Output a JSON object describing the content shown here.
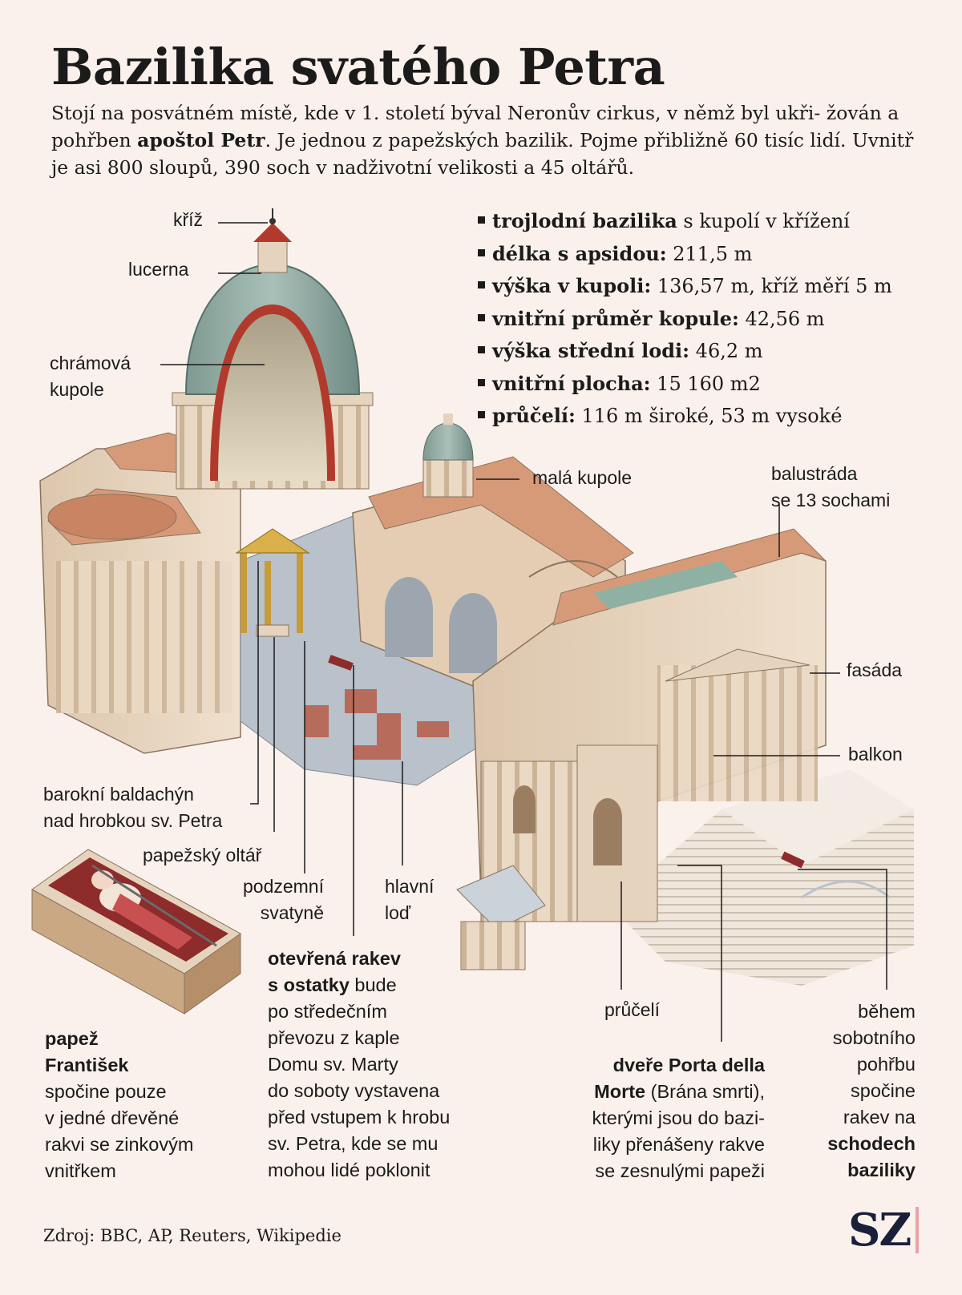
{
  "title": "Bazilika svatého Petra",
  "intro": {
    "part1": "Stojí na posvátném místě, kde v 1. století býval Neronův cirkus, v němž byl ukři- žován a pohřben ",
    "bold": "apoštol Petr",
    "part2": ". Je jednou z papežských bazilik. Pojme přibližně 60 tisíc lidí. Uvnitř je asi 800 sloupů, 390 soch v nadživotní velikosti a 45 oltářů."
  },
  "facts": [
    {
      "label": "trojlodní bazilika",
      "value": " s kupolí v křížení"
    },
    {
      "label": "délka s apsidou:",
      "value": " 211,5 m"
    },
    {
      "label": "výška v kupoli:",
      "value": " 136,57 m, kříž měří 5 m"
    },
    {
      "label": "vnitřní průměr kopule:",
      "value": " 42,56 m"
    },
    {
      "label": "výška střední lodi:",
      "value": " 46,2 m"
    },
    {
      "label": "vnitřní plocha:",
      "value": " 15 160 m2"
    },
    {
      "label": "průčelí:",
      "value": " 116 m široké, 53 m vysoké"
    }
  ],
  "labels": {
    "kriz": "kříž",
    "lucerna": "lucerna",
    "kupole_1": "chrámová",
    "kupole_2": "kupole",
    "mala_kupole": "malá kupole",
    "balustrada_1": "balustráda",
    "balustrada_2": "se 13 sochami",
    "fasada": "fasáda",
    "balkon": "balkon",
    "baldachyn_1": "barokní baldachýn",
    "baldachyn_2": "nad hrobkou sv. Petra",
    "oltar": "papežský oltář",
    "svatyne_1": "podzemní",
    "svatyne_2": "svatyně",
    "lod_1": "hlavní",
    "lod_2": "loď",
    "pruceli": "průčelí"
  },
  "francis": {
    "bold1": "papež",
    "bold2": "František",
    "lines": [
      "spočine pouze",
      "v jedné dřevěné",
      "rakvi se zinkovým",
      "vnitřkem"
    ]
  },
  "coffin": {
    "bold1": "otevřená rakev",
    "bold2": "s ostatky",
    "line1_rest": " bude",
    "lines": [
      "po středečním",
      "převozu z kaple",
      "Domu sv. Marty",
      "do soboty vystavena",
      "před vstupem k hrobu",
      "sv. Petra, kde se mu",
      "mohou lidé poklonit"
    ]
  },
  "door": {
    "bold1": "dveře Porta della",
    "bold2": "Morte",
    "line2_rest": " (Brána smrti),",
    "lines": [
      "kterými jsou do bazi-",
      "liky přenášeny rakve",
      "se zesnulými papeži"
    ]
  },
  "steps": {
    "lines": [
      "během",
      "sobotního",
      "pohřbu",
      "spočine",
      "rakev na"
    ],
    "bold1": "schodech",
    "bold2": "baziliky"
  },
  "source": "Zdroj: BBC, AP, Reuters, Wikipedie",
  "logo": "SZ",
  "colors": {
    "background": "#fbf1ec",
    "dome": "#8fa8a0",
    "stone": "#e6d3be",
    "roof": "#d79a78",
    "floor": "#b9c1cb",
    "logo": "#1a1f3a",
    "accent": "#e7a2a8"
  }
}
